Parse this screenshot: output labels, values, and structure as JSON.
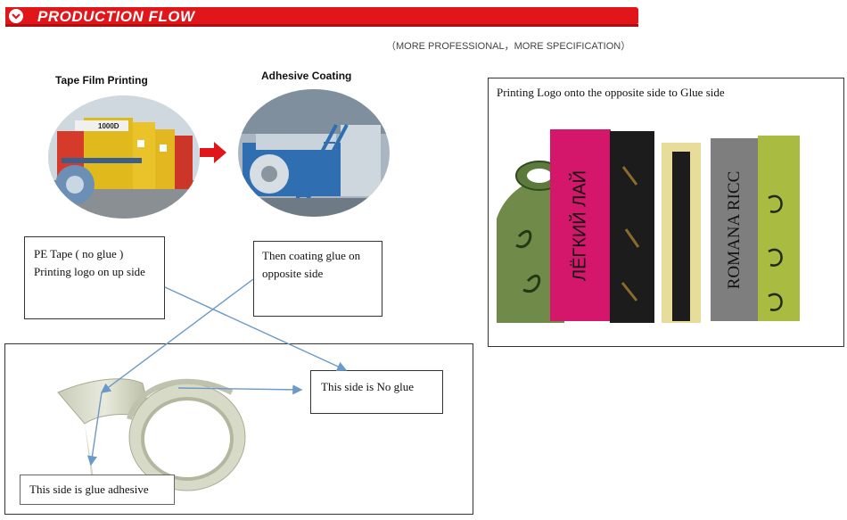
{
  "header": {
    "title": "PRODUCTION FLOW",
    "subtitle": "（MORE PROFESSIONAL，MORE SPECIFICATION）"
  },
  "steps": [
    {
      "label": "Tape Film Printing",
      "machine_text": "1000D"
    },
    {
      "label": "Adhesive Coating"
    }
  ],
  "arrow_icon": "right-arrow-icon",
  "callouts": {
    "pe_tape_line1": "PE Tape ( no glue )",
    "pe_tape_line2": "Printing logo on up side",
    "coating_line1": "Then coating glue on",
    "coating_line2": "opposite side",
    "no_glue": "This side is No glue",
    "glue_adhesive": "This side is glue adhesive"
  },
  "samples": {
    "caption": "Printing Logo onto the opposite side to Glue side",
    "tape_texts": [
      "ЛЁГКИЙ ЛАЙ",
      "ROMANA RICC"
    ]
  },
  "colors": {
    "banner_red": "#e0161b",
    "arrow_blue": "#6b9ac8",
    "tape_pink": "#d4176a",
    "tape_black": "#1c1c1c",
    "tape_gray": "#7e7e7e",
    "tape_lime": "#a9bb40",
    "tape_green": "#6f8a49",
    "tape_cream": "#e7dc9a"
  }
}
